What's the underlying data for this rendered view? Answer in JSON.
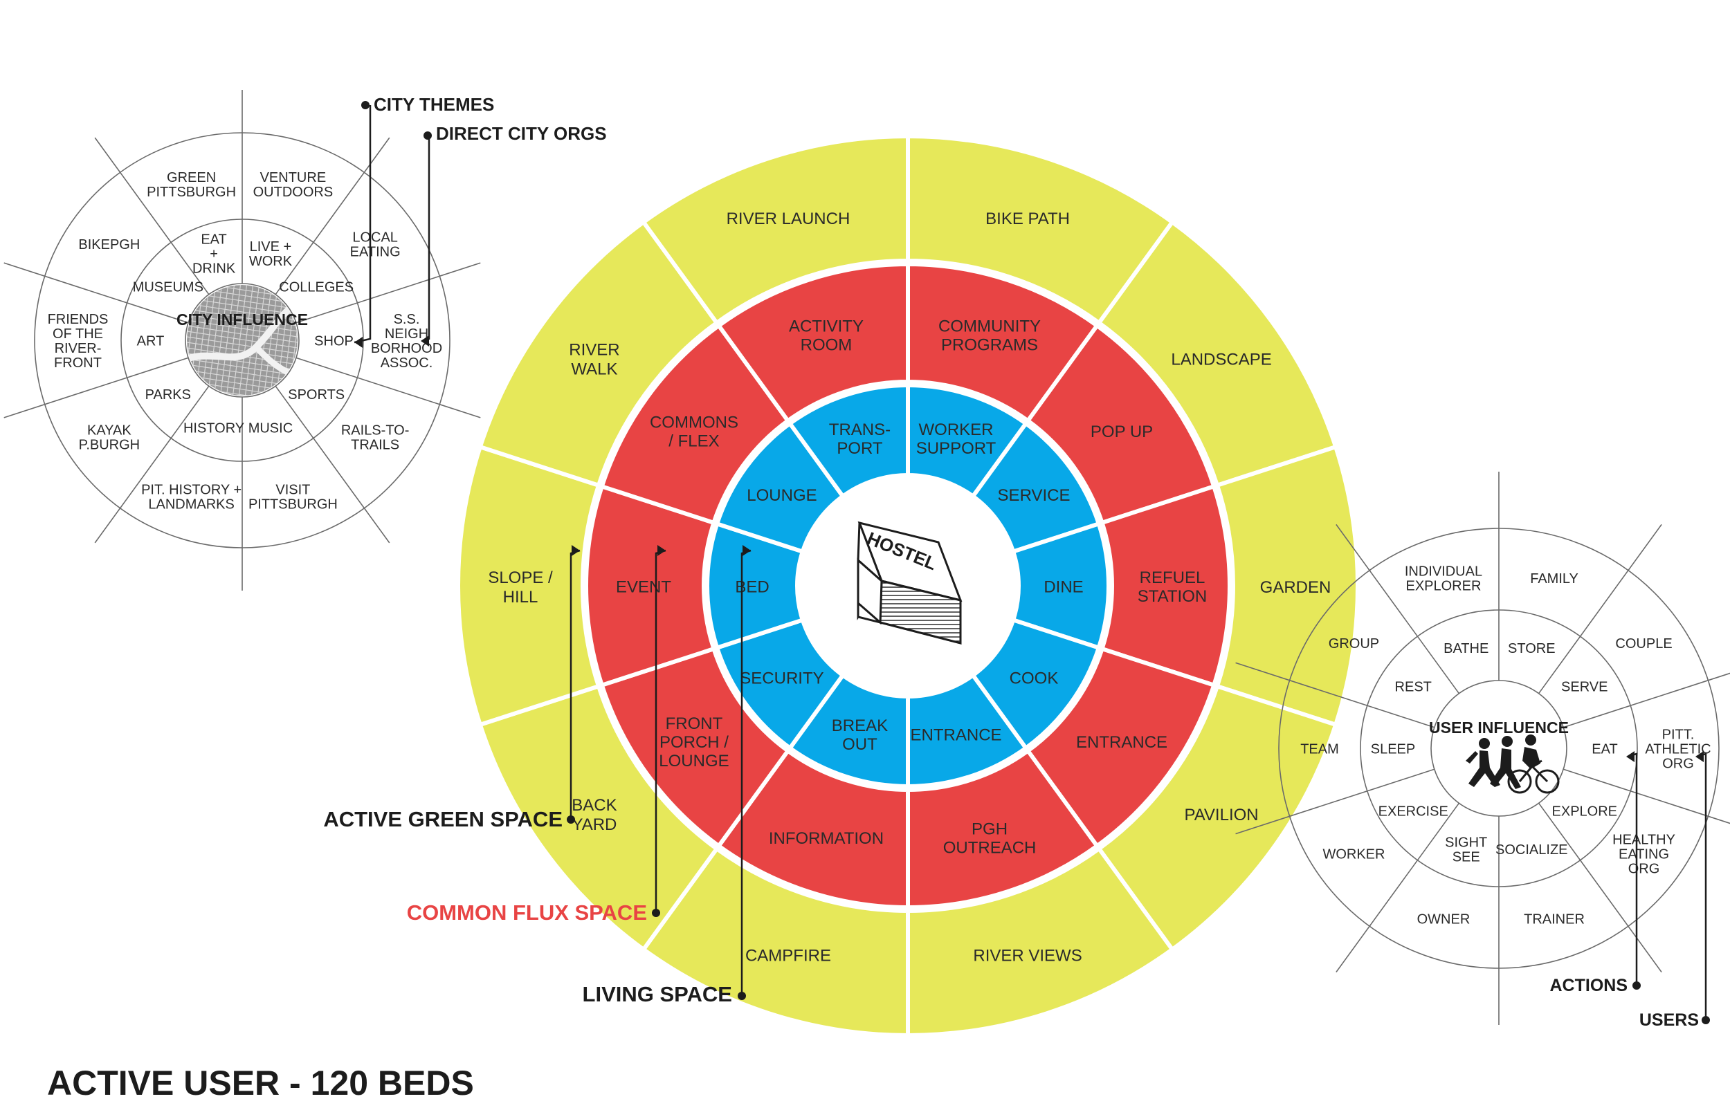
{
  "page_title": "ACTIVE USER - 120 BEDS",
  "colors": {
    "outer_ring": "#e6e85a",
    "middle_ring": "#e84444",
    "inner_ring": "#08a8e8",
    "ink": "#2a2a2a",
    "callout_red": "#e84444"
  },
  "callouts": {
    "city_themes": "CITY THEMES",
    "direct_city_orgs": "DIRECT CITY ORGS",
    "active_green_space": "ACTIVE GREEN SPACE",
    "common_flux_space": "COMMON FLUX SPACE",
    "living_space": "LIVING SPACE",
    "actions": "ACTIONS",
    "users": "USERS"
  },
  "city_wheel": {
    "center_title": "CITY INFLUENCE",
    "inner": [
      [
        "LIVE +",
        "WORK"
      ],
      [
        "COLLEGES"
      ],
      [
        "SHOP"
      ],
      [
        "SPORTS"
      ],
      [
        "MUSIC"
      ],
      [
        "HISTORY"
      ],
      [
        "PARKS"
      ],
      [
        "ART"
      ],
      [
        "MUSEUMS"
      ],
      [
        "EAT",
        "+",
        "DRINK"
      ]
    ],
    "outer": [
      [
        "VENTURE",
        "OUTDOORS"
      ],
      [
        "LOCAL",
        "EATING"
      ],
      [
        "S.S.",
        "NEIGH",
        "BORHOOD",
        "ASSOC."
      ],
      [
        "RAILS-TO-",
        "TRAILS"
      ],
      [
        "VISIT",
        "PITTSBURGH"
      ],
      [
        "PIT. HISTORY +",
        "LANDMARKS"
      ],
      [
        "KAYAK",
        "P.BURGH"
      ],
      [
        "FRIENDS",
        "OF THE",
        "RIVER-",
        "FRONT"
      ],
      [
        "BIKEPGH"
      ],
      [
        "GREEN",
        "PITTSBURGH"
      ]
    ]
  },
  "hostel_wheel": {
    "center_label": "HOSTEL",
    "living": [
      [
        "WORKER",
        "SUPPORT"
      ],
      [
        "SERVICE"
      ],
      [
        "DINE"
      ],
      [
        "COOK"
      ],
      [
        "ENTRANCE"
      ],
      [
        "BREAK",
        "OUT"
      ],
      [
        "SECURITY"
      ],
      [
        "BED"
      ],
      [
        "LOUNGE"
      ],
      [
        "TRANS-",
        "PORT"
      ]
    ],
    "flux": [
      [
        "COMMUNITY",
        "PROGRAMS"
      ],
      [
        "POP UP"
      ],
      [
        "REFUEL",
        "STATION"
      ],
      [
        "ENTRANCE"
      ],
      [
        "PGH",
        "OUTREACH"
      ],
      [
        "INFORMATION"
      ],
      [
        "FRONT",
        "PORCH /",
        "LOUNGE"
      ],
      [
        "EVENT"
      ],
      [
        "COMMONS",
        "/ FLEX"
      ],
      [
        "ACTIVITY",
        "ROOM"
      ]
    ],
    "green": [
      [
        "BIKE PATH"
      ],
      [
        "LANDSCAPE"
      ],
      [
        "GARDEN"
      ],
      [
        "PAVILION"
      ],
      [
        "RIVER VIEWS"
      ],
      [
        "CAMPFIRE"
      ],
      [
        "BACK",
        "YARD"
      ],
      [
        "SLOPE /",
        "HILL"
      ],
      [
        "RIVER",
        "WALK"
      ],
      [
        "RIVER LAUNCH"
      ]
    ]
  },
  "user_wheel": {
    "center_title": "USER INFLUENCE",
    "inner": [
      [
        "STORE"
      ],
      [
        "SERVE"
      ],
      [
        "EAT"
      ],
      [
        "EXPLORE"
      ],
      [
        "SOCIALIZE"
      ],
      [
        "SIGHT",
        "SEE"
      ],
      [
        "EXERCISE"
      ],
      [
        "SLEEP"
      ],
      [
        "REST"
      ],
      [
        "BATHE"
      ]
    ],
    "outer": [
      [
        "FAMILY"
      ],
      [
        "COUPLE"
      ],
      [
        "PITT.",
        "ATHLETIC",
        "ORG"
      ],
      [
        "HEALTHY",
        "EATING",
        "ORG"
      ],
      [
        "TRAINER"
      ],
      [
        "OWNER"
      ],
      [
        "WORKER"
      ],
      [
        "TEAM"
      ],
      [
        "GROUP"
      ],
      [
        "INDIVIDUAL",
        "EXPLORER"
      ]
    ]
  }
}
